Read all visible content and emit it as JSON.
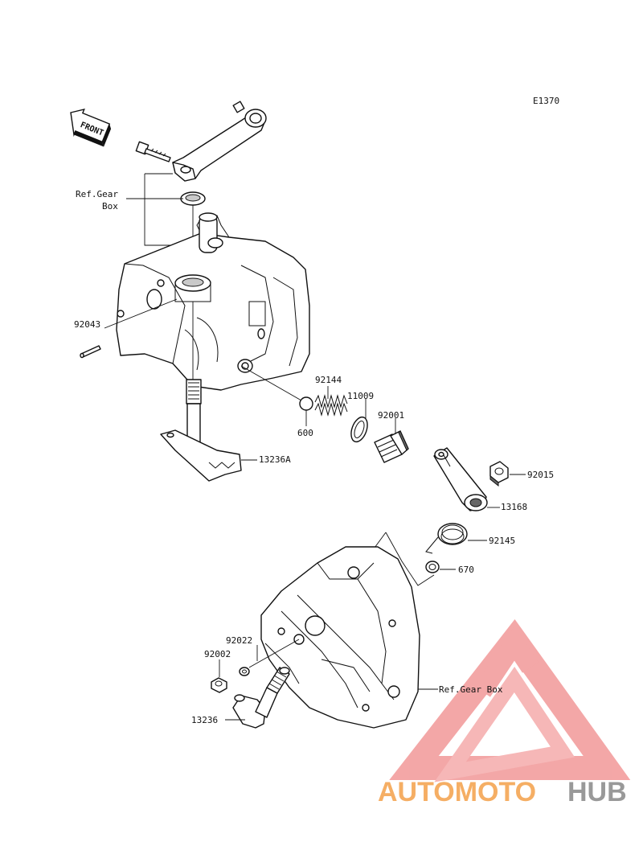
{
  "diagram_code": "E1370",
  "front_label": "FRONT",
  "labels": {
    "ref_gear_box_top_line1": "Ref.Gear",
    "ref_gear_box_top_line2": "Box",
    "p92043": "92043",
    "p92144": "92144",
    "p11009": "11009",
    "p92001": "92001",
    "p600": "600",
    "p13236A": "13236A",
    "p92015": "92015",
    "p13168": "13168",
    "p92145": "92145",
    "p670": "670",
    "p92022": "92022",
    "p92002": "92002",
    "ref_gear_box_bottom": "Ref.Gear Box",
    "p13236": "13236"
  },
  "watermark": {
    "part1": "AUTOMOTO",
    "part2": "HUB",
    "color_primary": "#f4a04a",
    "color_secondary": "#888888",
    "logo_color": "#f08080"
  }
}
